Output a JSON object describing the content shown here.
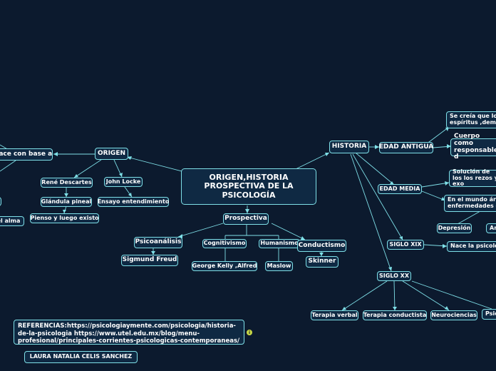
{
  "map": {
    "central": "ORIGEN,HISTORIA PROSPECTIVA DE LA PSICOLOGÍA",
    "origen": {
      "title": "ORIGEN",
      "nace": "Nace con base a",
      "descartes": "René Descartes",
      "glandula": "Glándula pineal",
      "pienso": "Pienso y luego existo",
      "locke": "John Locke",
      "ensayo": "Ensayo entendimiento",
      "alma": "el alma"
    },
    "historia": {
      "title": "HISTORIA",
      "edad_antigua": "EDAD ANTIGUA",
      "se_creia": "Se creía que los espíritus ,demo",
      "cuerpo": "Cuerpo como responsable d",
      "edad_media": "EDAD MEDIA",
      "solucion": "Solución de los los rezos y exo",
      "mundo_arabe": "En el mundo ára enfermedades d",
      "depresion": "Depresión",
      "an": "An",
      "siglo_xix": "SIGLO XIX",
      "nace_psicologia": "Nace la psicolog",
      "siglo_xx": "SIGLO XX",
      "terapia_verbal": "Terapia verbal",
      "terapia_conductista": "Terapia conductista",
      "neurociencias": "Neurociencias",
      "psic": "Psic"
    },
    "prospectiva": {
      "title": "Prospectiva",
      "psicoanalisis": "Psicoanálisis",
      "freud": "Sigmund Freud",
      "cognitivismo": "Cognitivismo",
      "kelly": "George Kelly ,Alfred",
      "humanismo": "Humanismo",
      "maslow": "Maslow",
      "conductismo": "Conductismo",
      "skinner": "Skinner"
    },
    "referencias": "REFERENCIAS:https://psicologiaymente.com/psicologia/historia-de-la-psicologia https://www.utel.edu.mx/blog/menu-profesional/principales-corrientes-psicologicas-contemporaneas/",
    "autor": "LAURA NATALIA CELIS SANCHEZ",
    "note_icon": "i"
  },
  "colors": {
    "background": "#0c1a2e",
    "node_fill": "#0f2943",
    "node_border": "#7fe0e8",
    "link": "#7fe0e8",
    "badge": "#c8d846"
  }
}
